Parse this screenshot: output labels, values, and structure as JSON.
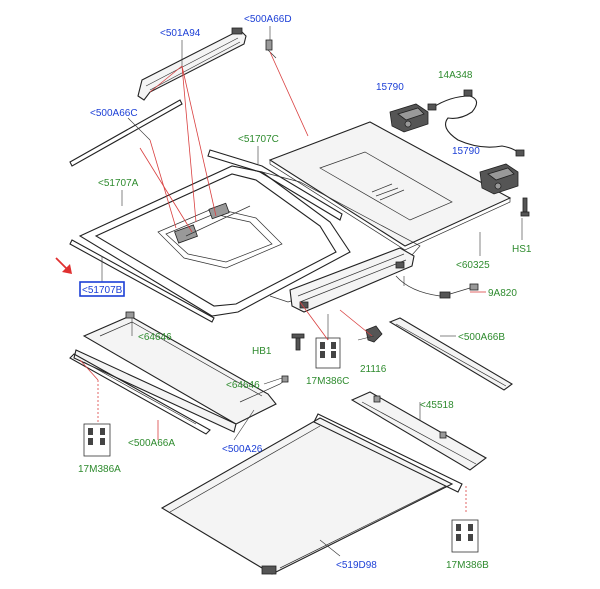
{
  "colors": {
    "blue_label": "#1c3fd6",
    "green_label": "#2e8b2e",
    "highlight_box": "#1c3fd6",
    "arrow": "#e03030",
    "leader_red": "#d94040"
  },
  "labels": {
    "p501A94": "<501A94",
    "p500A66D": "<500A66D",
    "p15790a": "15790",
    "p14A348": "14A348",
    "p500A66C": "<500A66C",
    "p51707C": "<51707C",
    "p15790b": "15790",
    "p51707A": "<51707A",
    "pHS1a": "HS1",
    "p60325": "<60325",
    "p51707B": "<51707B",
    "p9A820": "9A820",
    "p64646a": "<64646",
    "pHB1": "HB1",
    "p500A66B": "<500A66B",
    "p17M386C": "17M386C",
    "p21116": "21116",
    "p64646b": "<64646",
    "p45518": "<45518",
    "p500A66A": "<500A66A",
    "p500A26": "<500A26",
    "p17M386A": "17M386A",
    "p519D98": "<519D98",
    "p17M386B": "17M386B"
  }
}
